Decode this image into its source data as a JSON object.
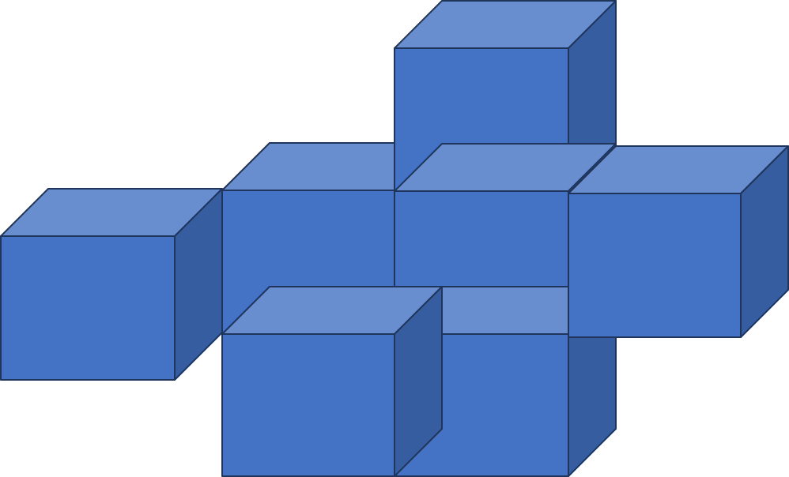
{
  "colors": {
    "front": "#4472C4",
    "top": "#698ED0",
    "side": "#355D9F",
    "edge": "#1F355C",
    "background": "#FFFFFF"
  },
  "figure": {
    "kind": "cube-arrangement",
    "cube_count": 7,
    "cubes": [
      "cube-left",
      "cube-upper-left",
      "cube-top",
      "cube-center",
      "cube-right",
      "cube-bottom-left",
      "cube-bottom-right"
    ]
  }
}
